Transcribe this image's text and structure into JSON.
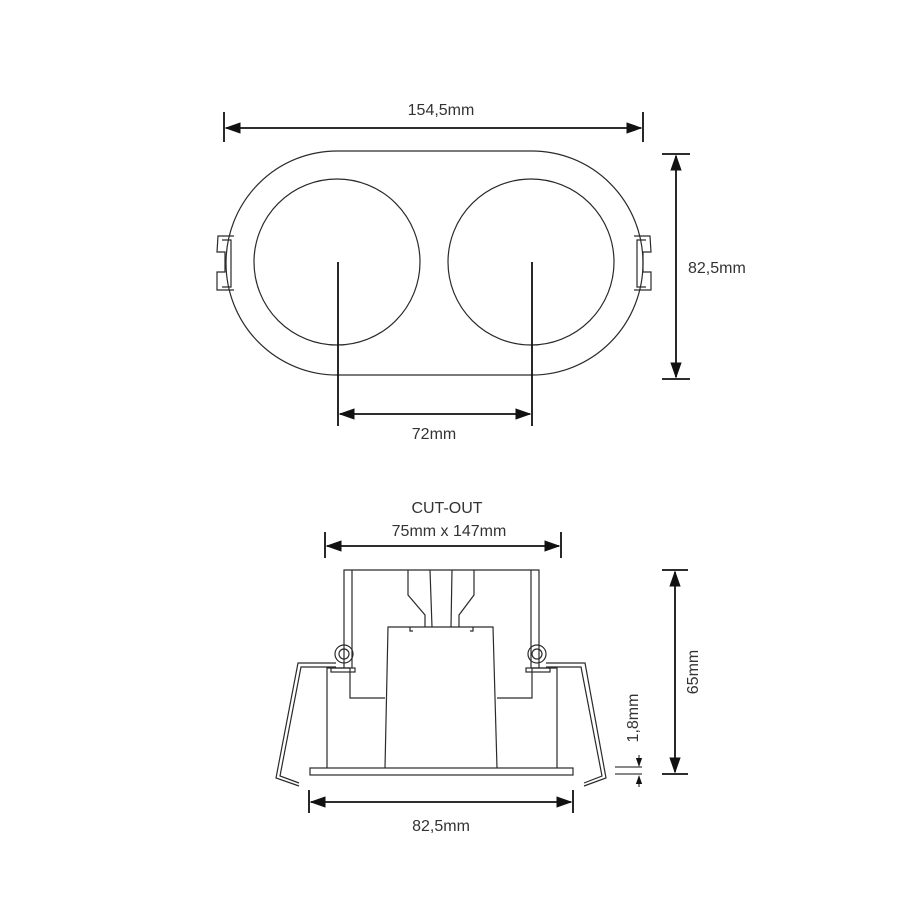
{
  "top_view": {
    "overall_width": "154,5mm",
    "overall_height": "82,5mm",
    "center_spacing": "72mm"
  },
  "side_view": {
    "cutout_title": "CUT-OUT",
    "cutout_size": "75mm x 147mm",
    "height": "65mm",
    "flange_thickness": "1,8mm",
    "flange_width": "82,5mm"
  },
  "colors": {
    "line": "#2a2a2a",
    "background": "#ffffff"
  }
}
